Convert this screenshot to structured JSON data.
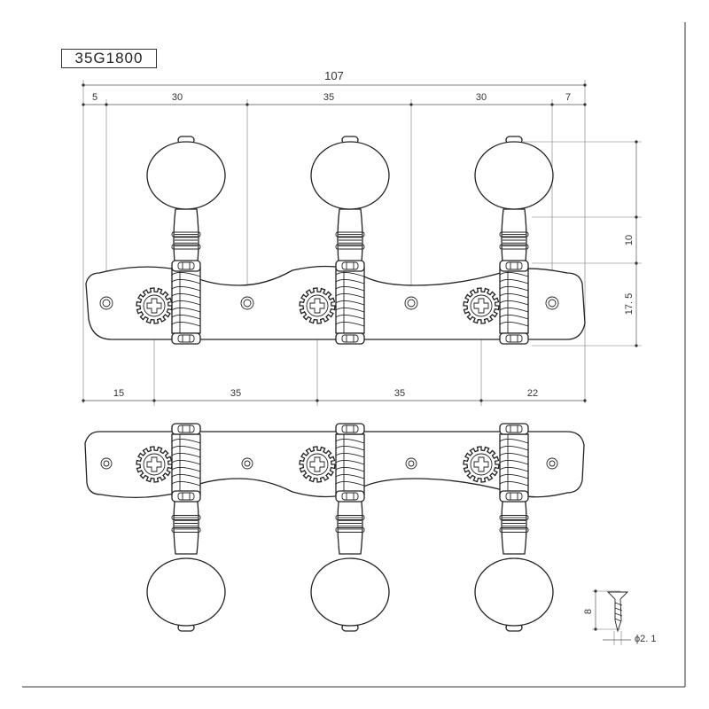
{
  "part_number": "35G1800",
  "dimensions": {
    "overall_width": "107",
    "top_segments": [
      "5",
      "30",
      "35",
      "30",
      "7"
    ],
    "bottom_segments": [
      "15",
      "35",
      "35",
      "22"
    ],
    "right_vertical": [
      "10",
      "17. 5"
    ],
    "screw_length": "8",
    "screw_diameter": "ϕ2. 1"
  },
  "views": [
    "top-view",
    "bottom-view"
  ],
  "tuner_count": 3,
  "colors": {
    "line": "#222222",
    "dimension": "#555555",
    "background": "#ffffff"
  }
}
